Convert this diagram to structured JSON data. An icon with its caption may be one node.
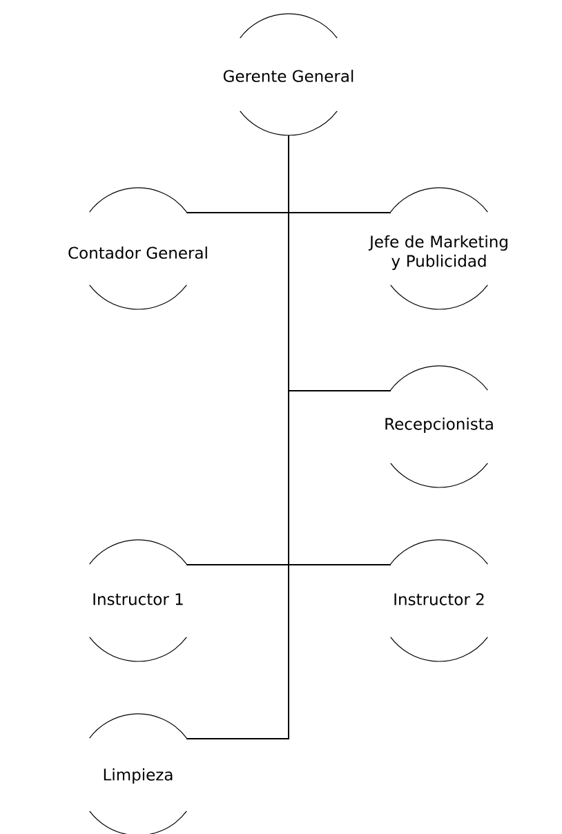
{
  "diagram": {
    "nodes": [
      {
        "text": [
          "Gerente General"
        ]
      },
      {
        "text": [
          "Contador General"
        ]
      },
      {
        "text": [
          "Jefe de Marketing y Publicidad"
        ]
      },
      {
        "text": [
          "Recepcionista"
        ]
      },
      {
        "text": [
          "Instructor 1"
        ]
      },
      {
        "text": [
          "Instructor 2"
        ]
      },
      {
        "text": [
          "Limpieza"
        ]
      }
    ],
    "edges": [
      {
        "from": 0,
        "to": 1,
        "arrow": "none"
      },
      {
        "from": 0,
        "to": 2,
        "arrow": "none"
      },
      {
        "from": 0,
        "to": 3,
        "arrow": "none"
      },
      {
        "from": 0,
        "to": 4,
        "arrow": "none"
      },
      {
        "from": 0,
        "to": 5,
        "arrow": "none"
      },
      {
        "from": 0,
        "to": 6,
        "arrow": "none"
      }
    ]
  }
}
